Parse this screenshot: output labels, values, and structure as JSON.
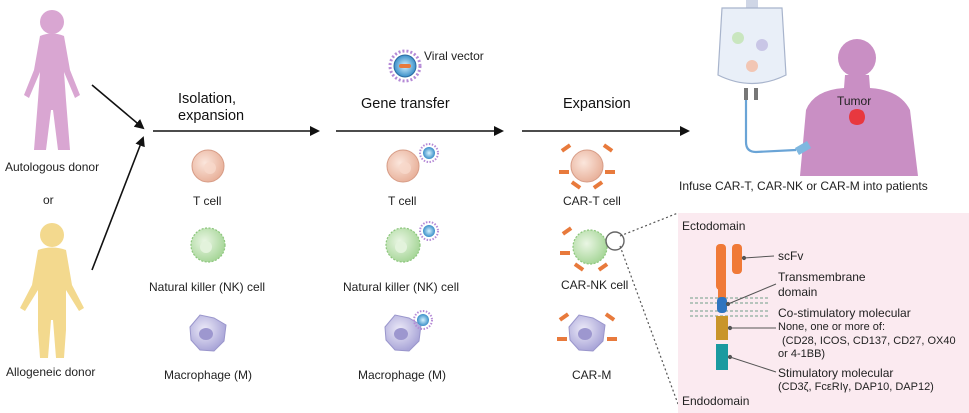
{
  "donors": {
    "autologous": "Autologous donor",
    "or": "or",
    "allogeneic": "Allogeneic donor"
  },
  "steps": {
    "isolation_line1": "Isolation,",
    "isolation_line2": "expansion",
    "gene_transfer": "Gene transfer",
    "expansion": "Expansion"
  },
  "viral_vector": "Viral vector",
  "columns": {
    "isolation": [
      "T cell",
      "Natural killer (NK) cell",
      "Macrophage (M)"
    ],
    "gene_transfer": [
      "T cell",
      "Natural killer (NK) cell",
      "Macrophage (M)"
    ],
    "expansion": [
      "CAR-T cell",
      "CAR-NK cell",
      "CAR-M"
    ]
  },
  "patient": {
    "tumor": "Tumor",
    "infuse": "Infuse CAR-T, CAR-NK or CAR-M  into patients"
  },
  "car_structure": {
    "ectodomain": "Ectodomain",
    "scfv": "scFv",
    "transmembrane_1": "Transmembrane",
    "transmembrane_2": "domain",
    "costim_title": "Co-stimulatory molecular",
    "costim_note": "None, one or more of:",
    "costim_list_1": "(CD28, ICOS, CD137, CD27, OX40",
    "costim_list_2": "or  4-1BB)",
    "stim_title": "Stimulatory molecular",
    "stim_list": "(CD3ζ, FcεRIγ, DAP10, DAP12)",
    "endodomain": "Endodomain"
  },
  "colors": {
    "autologous_figure": "#d9a6d2",
    "allogeneic_figure": "#f3d98e",
    "patient_figure": "#c98fc4",
    "tumor": "#e8383f",
    "t_cell": "#f2c6b4",
    "nk_cell": "#c9e6bf",
    "macrophage": "#c9c6e6",
    "car_receptor": "#e87a3c",
    "panel_bg": "#fbeaf0",
    "scfv": "#f07a37",
    "transmembrane": "#2f74c0",
    "costim": "#c9952a",
    "stim": "#1a9aa0"
  }
}
